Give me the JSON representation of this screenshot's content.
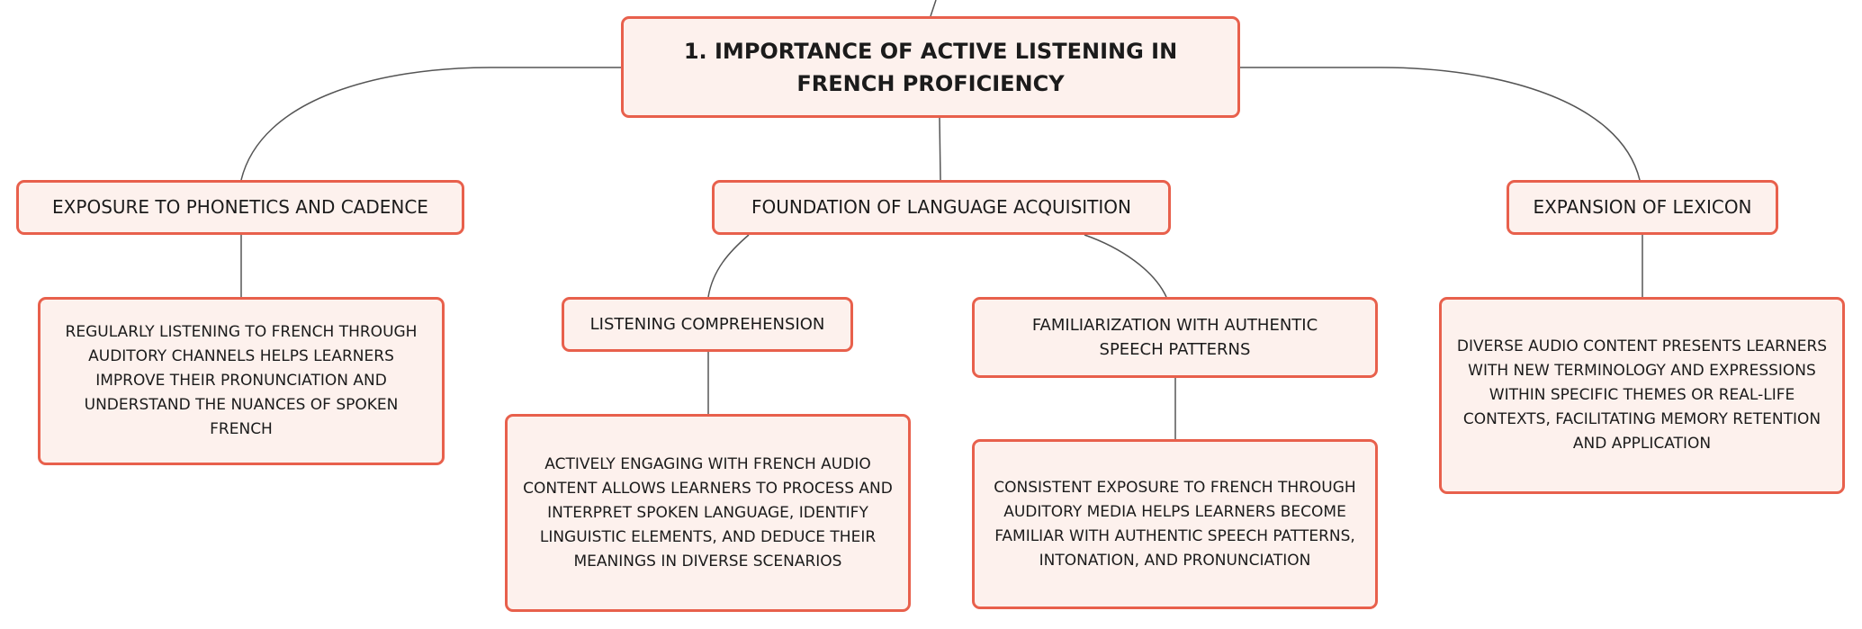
{
  "theme": {
    "node_fill": "#fdf1ed",
    "node_border": "#e8604c",
    "connector": "#555555",
    "text": "#1b1b1b"
  },
  "mindmap": {
    "root": "1. IMPORTANCE OF ACTIVE LISTENING IN FRENCH PROFICIENCY",
    "branches": {
      "phonetics": {
        "title": "EXPOSURE TO PHONETICS AND CADENCE",
        "detail": "REGULARLY LISTENING TO FRENCH THROUGH AUDITORY CHANNELS HELPS LEARNERS IMPROVE THEIR PRONUNCIATION AND UNDERSTAND THE NUANCES OF SPOKEN FRENCH"
      },
      "foundation": {
        "title": "FOUNDATION OF LANGUAGE ACQUISITION",
        "listening": {
          "title": "LISTENING COMPREHENSION",
          "detail": "ACTIVELY ENGAGING WITH FRENCH AUDIO CONTENT ALLOWS LEARNERS TO PROCESS AND INTERPRET SPOKEN LANGUAGE, IDENTIFY LINGUISTIC ELEMENTS, AND DEDUCE THEIR MEANINGS IN DIVERSE SCENARIOS"
        },
        "familiarization": {
          "title": "FAMILIARIZATION WITH AUTHENTIC SPEECH PATTERNS",
          "detail": "CONSISTENT EXPOSURE TO FRENCH THROUGH AUDITORY MEDIA HELPS LEARNERS BECOME FAMILIAR WITH AUTHENTIC SPEECH PATTERNS, INTONATION, AND PRONUNCIATION"
        }
      },
      "lexicon": {
        "title": "EXPANSION OF LEXICON",
        "detail": "DIVERSE AUDIO CONTENT PRESENTS LEARNERS WITH NEW TERMINOLOGY AND EXPRESSIONS WITHIN SPECIFIC THEMES OR REAL-LIFE CONTEXTS, FACILITATING MEMORY RETENTION AND APPLICATION"
      }
    }
  }
}
